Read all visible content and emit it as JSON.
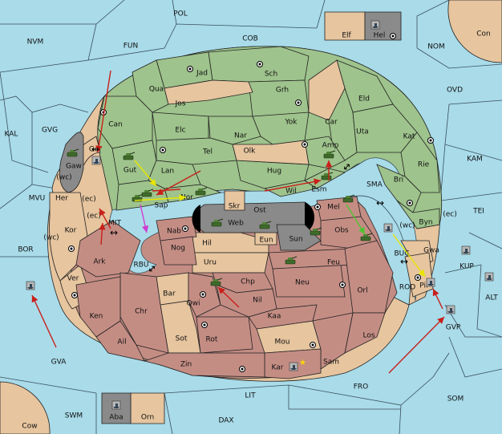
{
  "board": {
    "sea_labels": [
      "POL",
      "COB",
      "FUN",
      "NVM",
      "NOM",
      "OVD",
      "KAL",
      "GVG",
      "KAM",
      "MVU",
      "SMA",
      "TEI",
      "BOR",
      "BUC",
      "KUP",
      "ALT",
      "ROD",
      "GVP",
      "GVA",
      "LIT",
      "FRO",
      "SOM",
      "SWM",
      "DAX",
      "MIT",
      "RBU"
    ],
    "coast_markers": [
      "(wc)",
      "(ec)",
      "(ec)",
      "(wc)",
      "(wc)",
      "(ec)"
    ],
    "green_provinces": [
      "Jad",
      "Sch",
      "Qua",
      "Jos",
      "Grh",
      "Eld",
      "Can",
      "Elc",
      "Nar",
      "Yok",
      "Car",
      "Uta",
      "Kat",
      "Tel",
      "Olk",
      "Amp",
      "Gaw",
      "Gor",
      "Gut",
      "Lan",
      "Hug",
      "Rie",
      "Bri",
      "Wil",
      "Esm",
      "Nor",
      "Sap",
      "Byn"
    ],
    "tan_provinces": [
      "Elf",
      "Con",
      "Her",
      "Kor",
      "Ver",
      "Hil",
      "Uru",
      "Bar",
      "Sot",
      "Eun",
      "Pir",
      "Gwa",
      "Mou",
      "Orn",
      "Cow",
      "Zin"
    ],
    "red_provinces": [
      "Nab",
      "Nog",
      "Ark",
      "Chr",
      "Ken",
      "Ail",
      "Qwi",
      "Rot",
      "Chp",
      "Nil",
      "Kaa",
      "Neu",
      "Feu",
      "Mel",
      "Obs",
      "Orl",
      "Los",
      "Sam",
      "Kar"
    ],
    "grey_provinces": [
      "Hel",
      "Aba",
      "Web",
      "Skr",
      "Ost",
      "Sun"
    ],
    "move_symbols": [
      "↔",
      "↔",
      "↔",
      "↔",
      "↔",
      "↔"
    ]
  }
}
